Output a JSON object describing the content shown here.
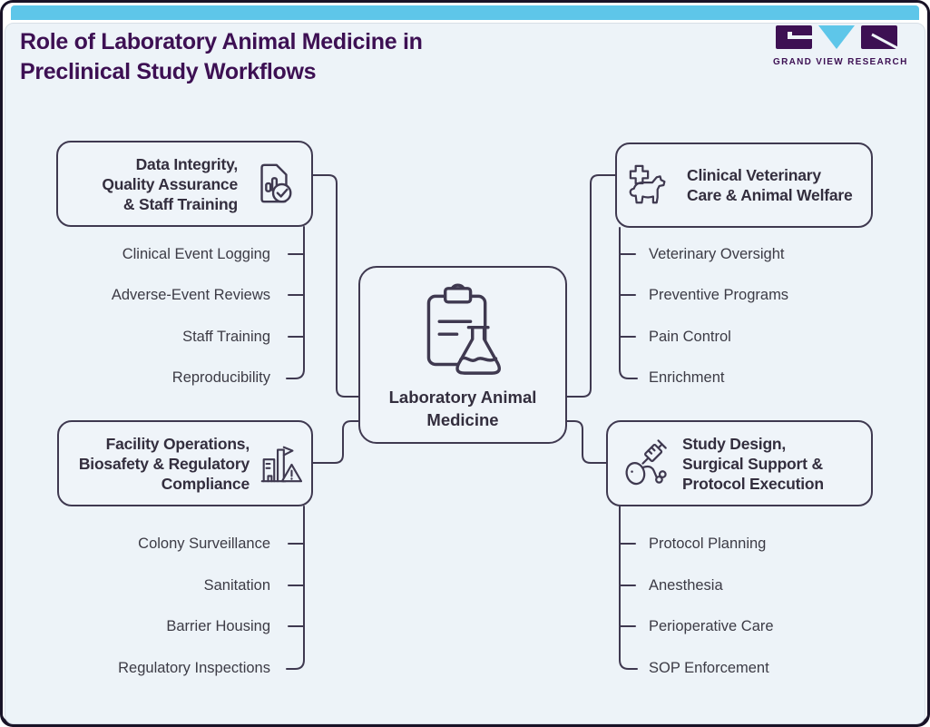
{
  "header": {
    "title_lines": [
      "Role of Laboratory Animal Medicine in",
      "Preclinical Study Workflows"
    ],
    "brand": "GRAND VIEW RESEARCH"
  },
  "center_node": {
    "icon": "clipboard-flask-icon",
    "label_lines": [
      "Laboratory Animal",
      "Medicine"
    ]
  },
  "branches": {
    "top_left": {
      "icon": "document-chart-check-icon",
      "title_lines": [
        "Data Integrity,",
        "Quality Assurance",
        "& Staff Training"
      ],
      "items": [
        "Clinical Event Logging",
        "Adverse-Event Reviews",
        "Staff Training",
        "Reproducibility"
      ]
    },
    "top_right": {
      "icon": "medical-cross-dog-icon",
      "title_lines": [
        "Clinical Veterinary",
        "Care & Animal Welfare"
      ],
      "items": [
        "Veterinary Oversight",
        "Preventive Programs",
        "Pain Control",
        "Enrichment"
      ]
    },
    "bottom_left": {
      "icon": "facility-warning-icon",
      "title_lines": [
        "Facility Operations,",
        "Biosafety & Regulatory",
        "Compliance"
      ],
      "items": [
        "Colony Surveillance",
        "Sanitation",
        "Barrier Housing",
        "Regulatory Inspections"
      ]
    },
    "bottom_right": {
      "icon": "syringe-animal-icon",
      "title_lines": [
        "Study Design,",
        "Surgical Support &",
        "Protocol Execution"
      ],
      "items": [
        "Protocol Planning",
        "Anesthesia",
        "Perioperative Care",
        "SOP Enforcement"
      ]
    }
  },
  "colors": {
    "accent_cyan": "#5ec6e9",
    "brand_purple": "#3d1053",
    "line_dark": "#3f3950",
    "card_background": "#edf3f8",
    "node_background": "#eff4f9",
    "item_text": "#3c3b45",
    "frame_border": "#191327"
  }
}
